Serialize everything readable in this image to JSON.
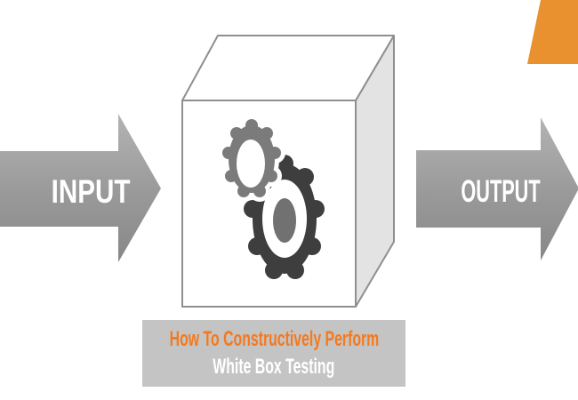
{
  "diagram": {
    "input_label": "INPUT",
    "output_label": "OUTPUT"
  },
  "banner": {
    "line1": "How To Constructively Perform",
    "line2": "White Box Testing"
  },
  "icons": {
    "input_arrow": "right-arrow-icon",
    "output_arrow": "right-arrow-icon",
    "process_box": "cube-icon",
    "small_gear": "gear-icon",
    "large_gear": "gear-icon",
    "corner_shape": "orange-corner-accent"
  },
  "colors": {
    "canvas_background": "#ffffff",
    "arrow_gray_top": "#b3b3b3",
    "arrow_gray_bottom": "#878787",
    "corner_accent_orange": "#e8912e",
    "banner_background": "#c4c4c4",
    "banner_heading_orange": "#f4791f",
    "banner_subheading_white": "#ffffff",
    "cube_edge_gray": "#8f8f8f",
    "cube_right_face_gray": "#e3e3e3",
    "cube_front_face": "#ffffff",
    "gear_small_gray": "#7b7b7b",
    "gear_large_dark": "#3e3e3e",
    "gear_hub_gray": "#717171"
  }
}
